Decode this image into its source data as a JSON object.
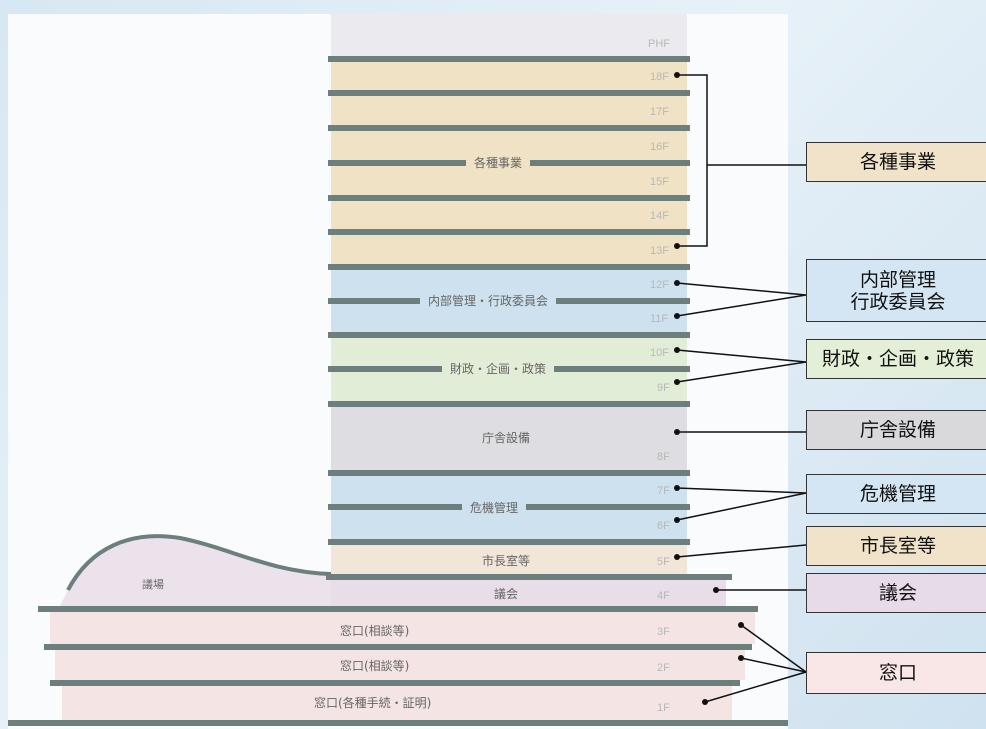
{
  "colors": {
    "business": "#efe2c5",
    "internal": "#cde1ee",
    "finance": "#e2edd7",
    "facility": "#dedee2",
    "crisis": "#cde1ee",
    "mayor": "#f2e6d9",
    "assembly": "#e8dde8",
    "counter": "#f5e4e4",
    "slab": "#6c7f7c"
  },
  "floors": [
    "PHF",
    "18F",
    "17F",
    "16F",
    "15F",
    "14F",
    "13F",
    "12F",
    "11F",
    "10F",
    "9F",
    "8F",
    "7F",
    "6F",
    "5F",
    "4F",
    "3F",
    "2F",
    "1F"
  ],
  "building_labels": {
    "business": "各種事業",
    "internal": "内部管理・行政委員会",
    "finance": "財政・企画・政策",
    "facility": "庁舎設備",
    "crisis": "危機管理",
    "mayor": "市長室等",
    "assembly_floor": "議会",
    "assembly_hall": "議場",
    "counter_3f": "窓口(相談等)",
    "counter_2f": "窓口(相談等)",
    "counter_1f": "窓口(各種手続・証明)"
  },
  "legend": {
    "business": "各種事業",
    "internal_line1": "内部管理",
    "internal_line2": "行政委員会",
    "finance": "財政・企画・政策",
    "facility": "庁舎設備",
    "crisis": "危機管理",
    "mayor": "市長室等",
    "assembly": "議会",
    "counter": "窓口"
  }
}
